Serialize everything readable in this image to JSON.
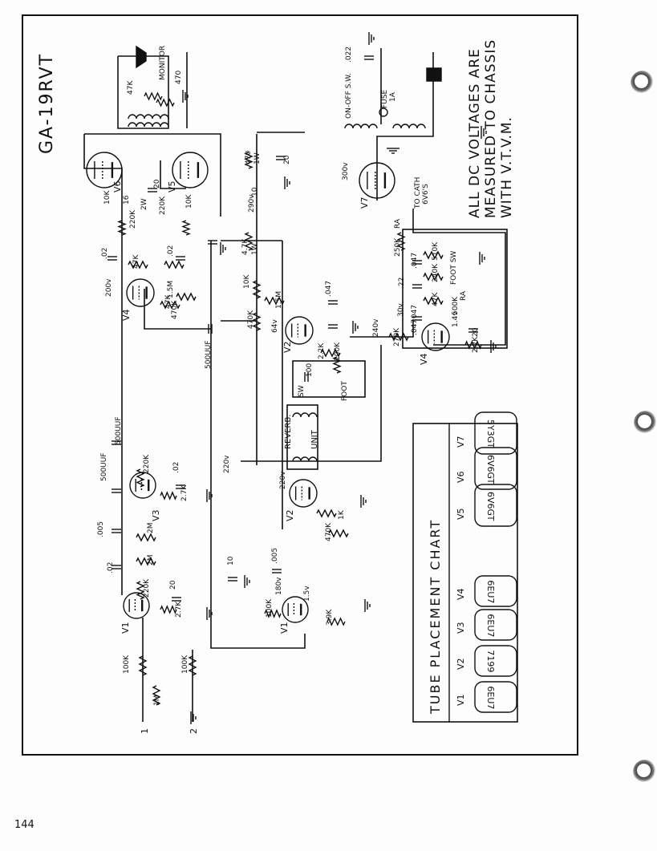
{
  "title": "GA-19RVT",
  "note_lines": [
    "ALL DC VOLTAGES ARE",
    "MEASURED TO CHASSIS",
    "WITH V.T.V.M."
  ],
  "page_number": "144",
  "components": [
    {
      "id": "V1a",
      "text": "V1"
    },
    {
      "id": "V1b",
      "text": "V1"
    },
    {
      "id": "V2a",
      "text": "V2"
    },
    {
      "id": "V2b",
      "text": "V2"
    },
    {
      "id": "V3",
      "text": "V3"
    },
    {
      "id": "V4a",
      "text": "V4"
    },
    {
      "id": "V4b",
      "text": "V4"
    },
    {
      "id": "V5",
      "text": "V5"
    },
    {
      "id": "V6",
      "text": "V6"
    },
    {
      "id": "V7",
      "text": "V7"
    },
    {
      "id": "r100k1",
      "text": "100K"
    },
    {
      "id": "r100k2",
      "text": "100K"
    },
    {
      "id": "r1m",
      "text": "1M"
    },
    {
      "id": "r220k1",
      "text": "220K"
    },
    {
      "id": "r27k1",
      "text": "2.7K"
    },
    {
      "id": "c20a",
      "text": "20"
    },
    {
      "id": "c02a",
      "text": ".02"
    },
    {
      "id": "r2ma",
      "text": "2M"
    },
    {
      "id": "r2mb",
      "text": "2M"
    },
    {
      "id": "c005a",
      "text": ".005"
    },
    {
      "id": "c500a",
      "text": "500UUF"
    },
    {
      "id": "r220k2",
      "text": "220K"
    },
    {
      "id": "c02b",
      "text": ".02"
    },
    {
      "id": "r27k2",
      "text": "2.7K"
    },
    {
      "id": "c500b",
      "text": "500UUF"
    },
    {
      "id": "v220a",
      "text": "220v"
    },
    {
      "id": "c10a",
      "text": "10"
    },
    {
      "id": "c005b",
      "text": ".005"
    },
    {
      "id": "r100k3",
      "text": "100K"
    },
    {
      "id": "v180",
      "text": "180v"
    },
    {
      "id": "v15a",
      "text": "1.5v"
    },
    {
      "id": "r39k",
      "text": "3.9K"
    },
    {
      "id": "v220b",
      "text": "220v"
    },
    {
      "id": "r1k",
      "text": "1K"
    },
    {
      "id": "r470k1",
      "text": "470K"
    },
    {
      "id": "reverb",
      "text": "REVERB."
    },
    {
      "id": "unit",
      "text": "UNIT"
    },
    {
      "id": "foot",
      "text": "FOOT"
    },
    {
      "id": "sw",
      "text": "SW"
    },
    {
      "id": "c100",
      "text": "100"
    },
    {
      "id": "r22k",
      "text": "2.2K"
    },
    {
      "id": "r100k4",
      "text": "100K"
    },
    {
      "id": "c500c",
      "text": "500UUF"
    },
    {
      "id": "r470k2",
      "text": "470K"
    },
    {
      "id": "v64",
      "text": "64v"
    },
    {
      "id": "r15m",
      "text": "1.5M"
    },
    {
      "id": "c047a",
      "text": ".047"
    },
    {
      "id": "r10k1",
      "text": "10K"
    },
    {
      "id": "v240",
      "text": "240v"
    },
    {
      "id": "r270k",
      "text": "270K"
    },
    {
      "id": "v200",
      "text": "200v"
    },
    {
      "id": "r470k3",
      "text": "470K"
    },
    {
      "id": "r15m2",
      "text": "1.5M"
    },
    {
      "id": "r47k1",
      "text": "47K"
    },
    {
      "id": "c02c",
      "text": ".02"
    },
    {
      "id": "c02d",
      "text": ".02"
    },
    {
      "id": "r47k2",
      "text": "47K"
    },
    {
      "id": "r220k3",
      "text": "220K"
    },
    {
      "id": "r10k2",
      "text": "10K"
    },
    {
      "id": "r10k3",
      "text": "10K"
    },
    {
      "id": "v290",
      "text": "290v"
    },
    {
      "id": "r47k3",
      "text": "4.7K"
    },
    {
      "id": "r1w",
      "text": "1W"
    },
    {
      "id": "c10b",
      "text": "10"
    },
    {
      "id": "r470",
      "text": "470"
    },
    {
      "id": "r1w2",
      "text": "1W"
    },
    {
      "id": "c20b",
      "text": "20"
    },
    {
      "id": "r16",
      "text": "16"
    },
    {
      "id": "r2w",
      "text": "2W"
    },
    {
      "id": "c20c",
      "text": "20"
    },
    {
      "id": "r220k4",
      "text": "220K"
    },
    {
      "id": "r47k4",
      "text": "47K"
    },
    {
      "id": "monitor",
      "text": "MONITOR"
    },
    {
      "id": "r470b",
      "text": "470"
    },
    {
      "id": "c022",
      "text": ".022"
    },
    {
      "id": "onoff",
      "text": "ON-OFF S.W."
    },
    {
      "id": "fuse",
      "text": "FUSE"
    },
    {
      "id": "fuse1a",
      "text": "1A"
    },
    {
      "id": "v300",
      "text": "300v"
    },
    {
      "id": "tocath",
      "text": "TO CATH"
    },
    {
      "id": "v6v6",
      "text": "6V6'S"
    },
    {
      "id": "r250k",
      "text": "250K"
    },
    {
      "id": "ra1",
      "text": "RA"
    },
    {
      "id": "c047b",
      "text": ".047"
    },
    {
      "id": "r510k",
      "text": "510K"
    },
    {
      "id": "c22",
      "text": ".22"
    },
    {
      "id": "r240k",
      "text": "240K"
    },
    {
      "id": "footsw",
      "text": "FOOT SW"
    },
    {
      "id": "c047c",
      "text": ".047"
    },
    {
      "id": "r47k5",
      "text": "47K"
    },
    {
      "id": "r500k",
      "text": "500K"
    },
    {
      "id": "ra2",
      "text": "RA"
    },
    {
      "id": "v30",
      "text": "30v"
    },
    {
      "id": "c047d",
      "text": ".047"
    },
    {
      "id": "v14",
      "text": "1.4v"
    },
    {
      "id": "c20d",
      "text": "20"
    },
    {
      "id": "r27k3",
      "text": "2.7K"
    },
    {
      "id": "in1",
      "text": "1"
    },
    {
      "id": "in2",
      "text": "2"
    }
  ],
  "placement_chart": {
    "title": "TUBE    PLACEMENT    CHART",
    "positions": [
      "V1",
      "V2",
      "V3",
      "V4",
      "V5",
      "V6",
      "V7"
    ],
    "tubes": [
      "6EU7",
      "7199",
      "6EU7",
      "6EU7",
      "6V6GT",
      "6V6GT",
      "5Y3GT"
    ]
  }
}
